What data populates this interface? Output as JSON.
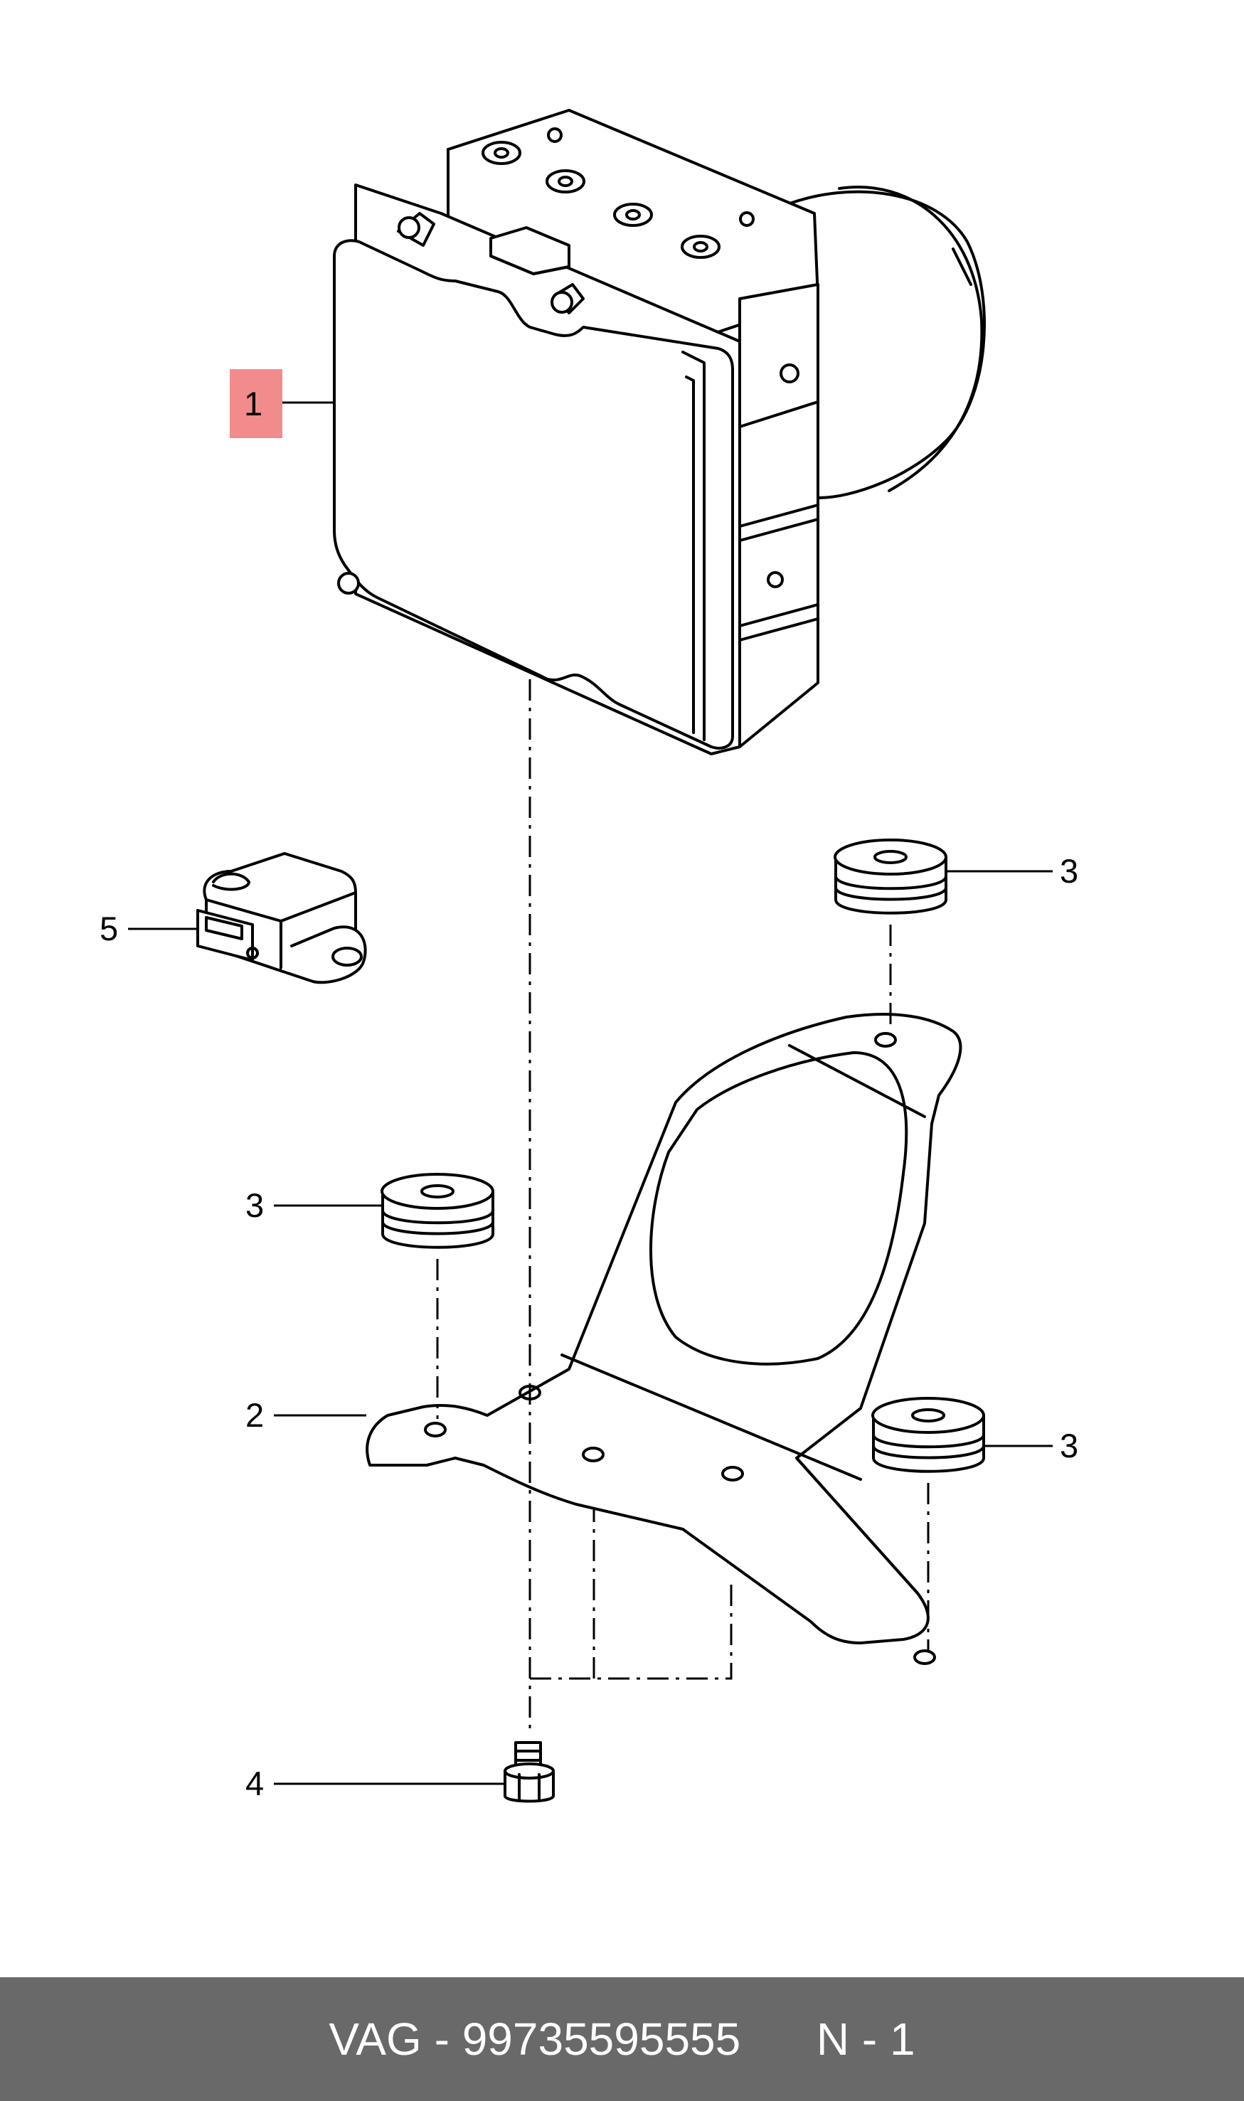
{
  "callouts": {
    "c1": "1",
    "c2": "2",
    "c3a": "3",
    "c3b": "3",
    "c3c": "3",
    "c4": "4",
    "c5": "5"
  },
  "highlight_color": "#f28b8b",
  "footer": {
    "brand": "VAG",
    "separator": "-",
    "part_number": "99735595555",
    "sheet": "N - 1",
    "background_color": "#696969",
    "text_color": "#ffffff"
  }
}
